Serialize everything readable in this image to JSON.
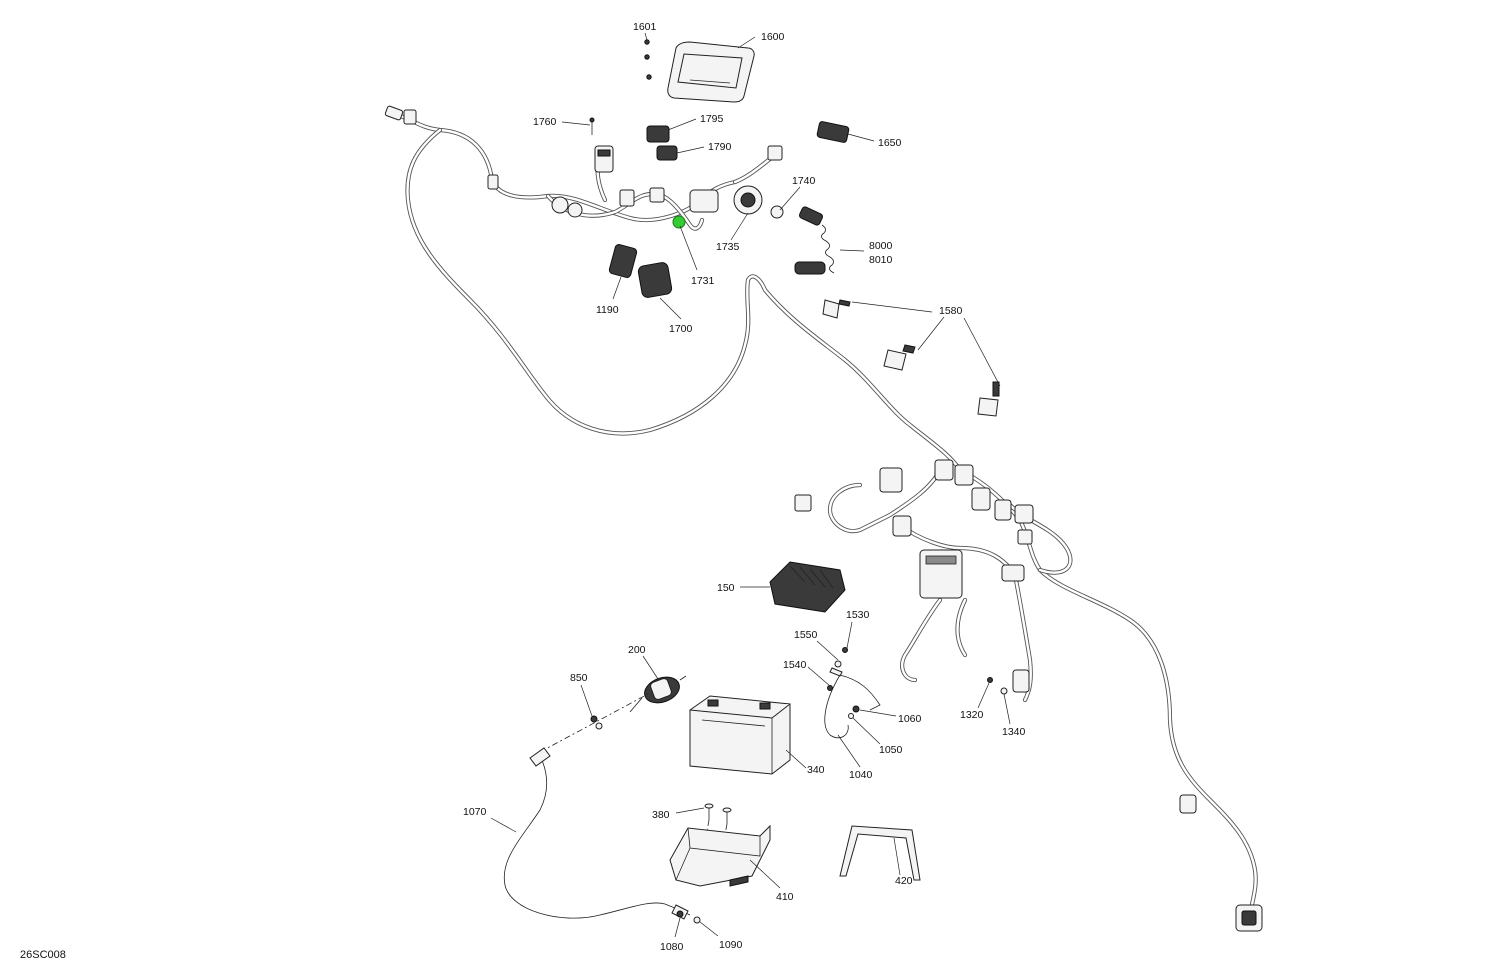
{
  "diagram": {
    "reference_code": "26SC008",
    "highlight_color": "#33cc33",
    "callouts": {
      "c1601": "1601",
      "c1600": "1600",
      "c1760": "1760",
      "c1795": "1795",
      "c1790": "1790",
      "c1650": "1650",
      "c1740": "1740",
      "c1735": "1735",
      "c8000": "8000",
      "c8010": "8010",
      "c1731": "1731",
      "c1190": "1190",
      "c1700": "1700",
      "c1580": "1580",
      "c150": "150",
      "c1530": "1530",
      "c1550": "1550",
      "c1540": "1540",
      "c200": "200",
      "c850": "850",
      "c1060": "1060",
      "c1050": "1050",
      "c1040": "1040",
      "c340": "340",
      "c1320": "1320",
      "c1340": "1340",
      "c1070": "1070",
      "c380": "380",
      "c410": "410",
      "c420": "420",
      "c1080": "1080",
      "c1090": "1090"
    }
  }
}
